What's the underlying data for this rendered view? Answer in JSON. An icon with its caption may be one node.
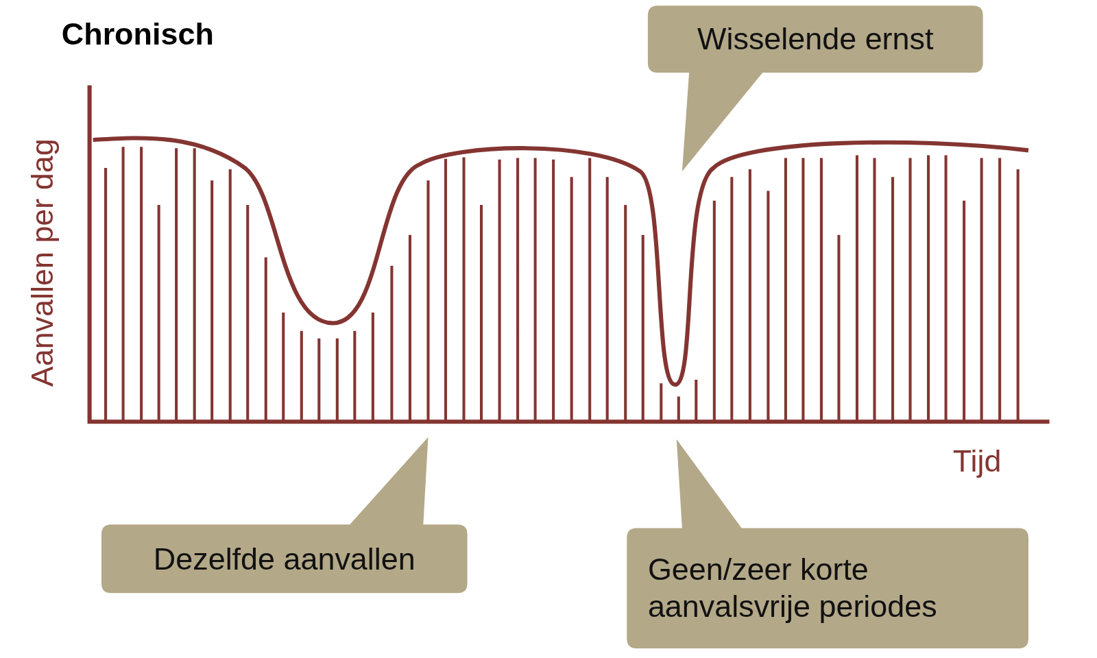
{
  "diagram": {
    "title": "Chronisch",
    "nodes": [
      {
        "text": [
          "Wisselende ernst"
        ]
      },
      {
        "text": [
          "Dezelfde aanvallen"
        ]
      },
      {
        "text": [
          "Geen/zeer korte aanvalsvrije periodes"
        ]
      }
    ],
    "labels": [
      "Aanvallen per dag",
      "Tijd"
    ]
  }
}
